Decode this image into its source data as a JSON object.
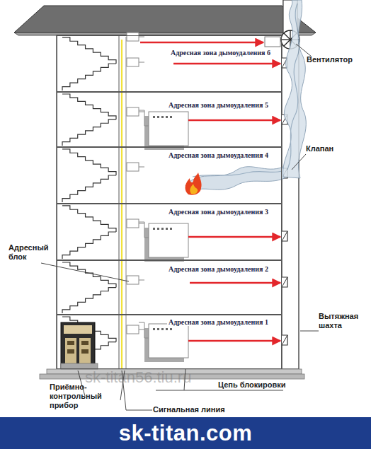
{
  "diagram": {
    "nodes": [
      {
        "text": [
          "Адресная зона дымоудаления 6"
        ]
      },
      {
        "text": [
          "Адресная зона дымоудаления 5"
        ]
      },
      {
        "text": [
          "Адресная зона дымоудаления 4"
        ]
      },
      {
        "text": [
          "Адресная зона дымоудаления 3"
        ]
      },
      {
        "text": [
          "Адресная зона дымоудаления 2"
        ]
      },
      {
        "text": [
          "Адресная зона дымоудаления 1"
        ]
      },
      {
        "text": [
          "sk-titan.com"
        ]
      }
    ],
    "labels": [
      "Вентилятор",
      "Клапан",
      "Вытяжная шахта",
      "Адресный блок",
      "Приёмно- контрольный прибор",
      "Цепь блокировки",
      "Сигнальная линия",
      "sk-titan56.tiu.ru"
    ]
  }
}
